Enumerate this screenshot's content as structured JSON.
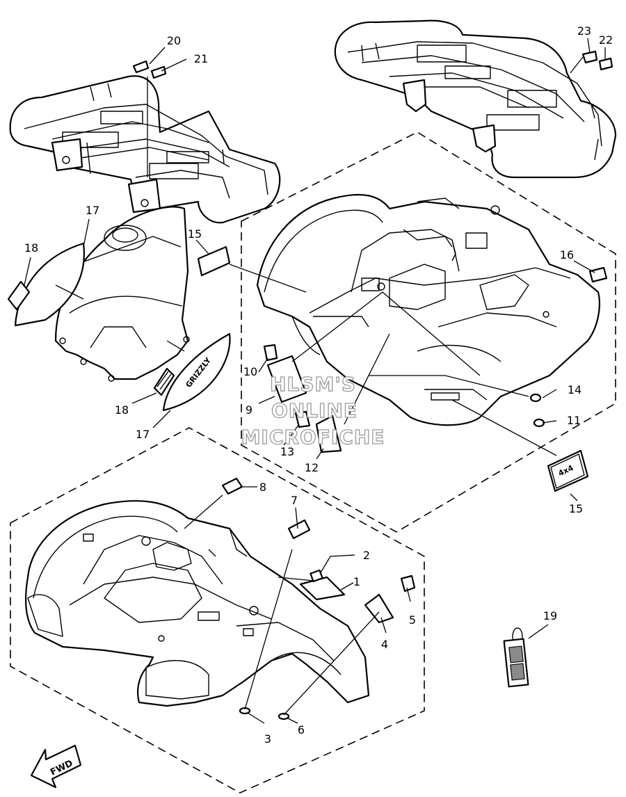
{
  "watermark": {
    "line1": "HLSM'S",
    "line2": "ONLINE",
    "line3": "MICROFICHE"
  },
  "fwd_label": "FWD",
  "decal_text": {
    "grizzly": "GRIZZLY",
    "four_by_four": "4x4"
  },
  "callouts": [
    {
      "id": "c1",
      "text": "1"
    },
    {
      "id": "c2",
      "text": "2"
    },
    {
      "id": "c3",
      "text": "3"
    },
    {
      "id": "c4",
      "text": "4"
    },
    {
      "id": "c5",
      "text": "5"
    },
    {
      "id": "c6",
      "text": "6"
    },
    {
      "id": "c7",
      "text": "7"
    },
    {
      "id": "c8",
      "text": "8"
    },
    {
      "id": "c9",
      "text": "9"
    },
    {
      "id": "c10",
      "text": "10"
    },
    {
      "id": "c11",
      "text": "11"
    },
    {
      "id": "c12",
      "text": "12"
    },
    {
      "id": "c13",
      "text": "13"
    },
    {
      "id": "c14",
      "text": "14"
    },
    {
      "id": "c15a",
      "text": "15"
    },
    {
      "id": "c15b",
      "text": "15"
    },
    {
      "id": "c16",
      "text": "16"
    },
    {
      "id": "c17a",
      "text": "17"
    },
    {
      "id": "c17b",
      "text": "17"
    },
    {
      "id": "c18a",
      "text": "18"
    },
    {
      "id": "c18b",
      "text": "18"
    },
    {
      "id": "c19",
      "text": "19"
    },
    {
      "id": "c20",
      "text": "20"
    },
    {
      "id": "c21",
      "text": "21"
    },
    {
      "id": "c22",
      "text": "22"
    },
    {
      "id": "c23",
      "text": "23"
    }
  ]
}
